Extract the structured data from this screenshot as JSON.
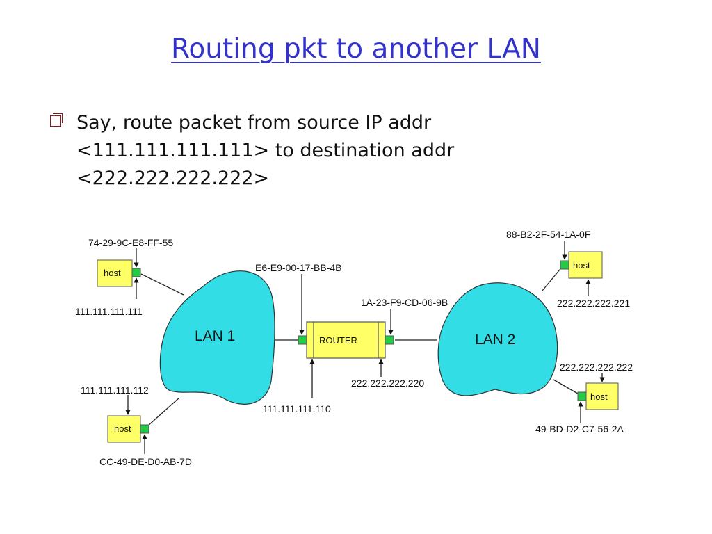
{
  "title": "Routing pkt to another LAN",
  "bullet": {
    "icon": "checkbox-bullet-icon",
    "lines": [
      "Say, route packet from source IP addr",
      "<111.111.111.111> to destination addr",
      "<222.222.222.222>"
    ]
  },
  "diagram": {
    "lan1": {
      "label": "LAN 1"
    },
    "lan2": {
      "label": "LAN 2"
    },
    "router": {
      "label": "ROUTER",
      "mac_left": "E6-E9-00-17-BB-4B",
      "ip_left": "111.111.111.110",
      "mac_right": "1A-23-F9-CD-06-9B",
      "ip_right": "222.222.222.220"
    },
    "host_a": {
      "label": "host",
      "mac": "74-29-9C-E8-FF-55",
      "ip": "111.111.111.111"
    },
    "host_b": {
      "label": "host",
      "mac": "CC-49-DE-D0-AB-7D",
      "ip": "111.111.111.112"
    },
    "host_c": {
      "label": "host",
      "mac": "88-B2-2F-54-1A-0F",
      "ip": "222.222.222.221"
    },
    "host_d": {
      "label": "host",
      "mac": "49-BD-D2-C7-56-2A",
      "ip": "222.222.222.222"
    },
    "colors": {
      "lan": "#33dde6",
      "box": "#ffff66",
      "adapter": "#22cc44",
      "title": "#3333cc"
    }
  }
}
